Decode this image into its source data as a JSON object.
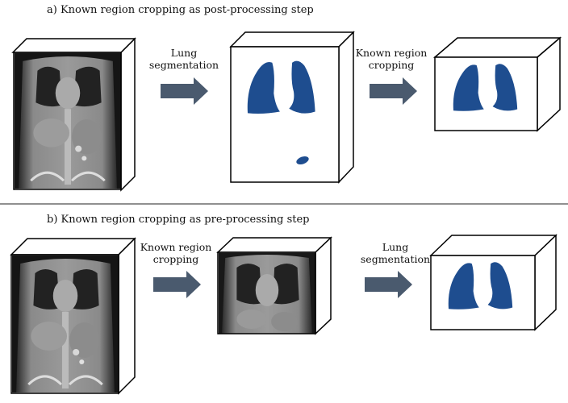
{
  "panel_a": {
    "heading": "a)  Known region cropping as post-processing step",
    "step1_label_line1": "Lung",
    "step1_label_line2": "segmentation",
    "step2_label_line1": "Known region",
    "step2_label_line2": "cropping"
  },
  "panel_b": {
    "heading": "b)  Known region cropping as pre-processing step",
    "step1_label_line1": "Known region",
    "step1_label_line2": "cropping",
    "step2_label_line1": "Lung",
    "step2_label_line2": "segmentation"
  },
  "colors": {
    "lung_mask": "#1e4d8f",
    "arrow": "#4a5a6e",
    "ct_dark": "#1a1a1a",
    "ct_body": "#7b7b7b"
  }
}
